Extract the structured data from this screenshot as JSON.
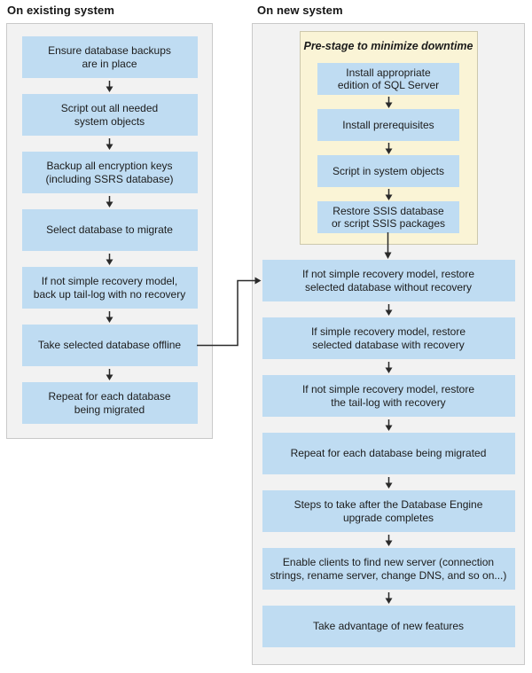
{
  "left_panel": {
    "title": "On existing system",
    "steps": [
      {
        "text": "Ensure database backups\nare in place"
      },
      {
        "text": "Script out all needed\nsystem objects"
      },
      {
        "text": "Backup all encryption keys\n(including SSRS database)"
      },
      {
        "text": "Select database to migrate"
      },
      {
        "text": "If not simple recovery model,\nback up tail-log with no recovery"
      },
      {
        "text": "Take selected database offline"
      },
      {
        "text": "Repeat for each database\nbeing migrated"
      }
    ]
  },
  "right_panel": {
    "title": "On new system",
    "prestage": {
      "title": "Pre-stage to minimize downtime",
      "steps": [
        {
          "text": "Install appropriate\nedition of SQL Server"
        },
        {
          "text": "Install prerequisites"
        },
        {
          "text": "Script in system objects"
        },
        {
          "text": "Restore SSIS database\nor script SSIS packages"
        }
      ]
    },
    "steps": [
      {
        "text": "If not simple recovery model, restore\nselected database without recovery"
      },
      {
        "text": "If simple recovery model, restore\nselected database with recovery"
      },
      {
        "text": "If not simple recovery model, restore\nthe tail-log with recovery"
      },
      {
        "text": "Repeat for each database being migrated"
      },
      {
        "text": "Steps to take after the Database Engine\nupgrade completes"
      },
      {
        "text": "Enable clients to find new server (connection\nstrings, rename server, change DNS, and so on...)"
      },
      {
        "text": "Take advantage of new features"
      }
    ]
  },
  "connector": {
    "from": "Take selected database offline",
    "to": "If not simple recovery model, restore selected database without recovery"
  },
  "colors": {
    "step_box_blue": "#bfdcf2",
    "prestage_yellow": "#faf4d6",
    "prestage_border": "#cdc8ad",
    "panel_gray": "#f2f2f2",
    "panel_border": "#c9c9c9",
    "arrow_color": "#2a2a2a"
  }
}
